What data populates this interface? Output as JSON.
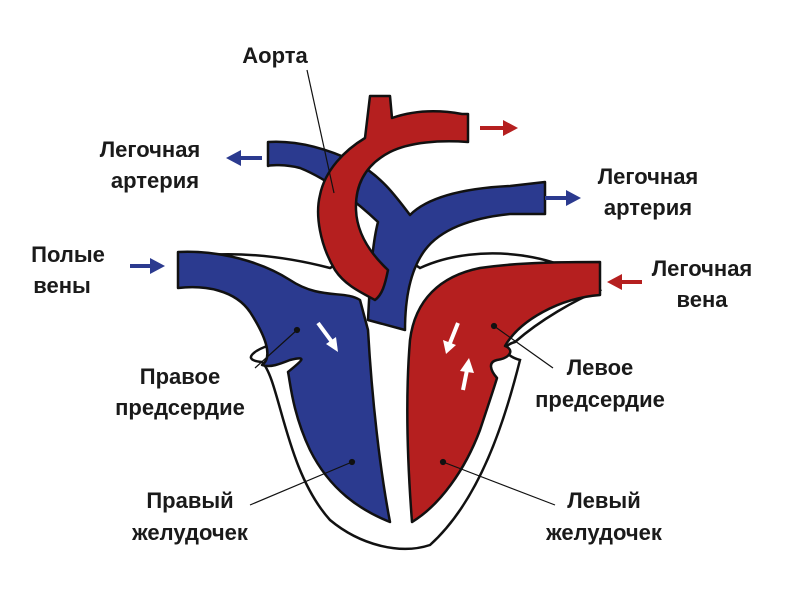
{
  "colors": {
    "oxygen_poor_blood": "#2b3a8f",
    "oxygen_rich_blood": "#b51f1f",
    "outline": "#111111",
    "heart_wall": "#ffffff",
    "label_text": "#1a1a1a"
  },
  "labels": {
    "aorta": "Аорта",
    "pulmonary_artery_left": [
      "Легочная",
      "артерия"
    ],
    "pulmonary_artery_right": [
      "Легочная",
      "артерия"
    ],
    "vena_cava": [
      "Полые",
      "вены"
    ],
    "pulmonary_vein": [
      "Легочная",
      "вена"
    ],
    "right_atrium": [
      "Правое",
      "предсердие"
    ],
    "left_atrium": [
      "Левое",
      "предсердие"
    ],
    "right_ventricle": [
      "Правый",
      "желудочек"
    ],
    "left_ventricle": [
      "Левый",
      "желудочек"
    ]
  },
  "flow_arrows": [
    {
      "name": "aorta-outflow-arrow",
      "direction": "right",
      "color": "red"
    },
    {
      "name": "pulmonary-artery-left-arrow",
      "direction": "left",
      "color": "blue"
    },
    {
      "name": "pulmonary-artery-right-arrow",
      "direction": "right",
      "color": "blue"
    },
    {
      "name": "vena-cava-inflow-arrow",
      "direction": "right",
      "color": "blue"
    },
    {
      "name": "pulmonary-vein-inflow-arrow",
      "direction": "left",
      "color": "red"
    }
  ]
}
